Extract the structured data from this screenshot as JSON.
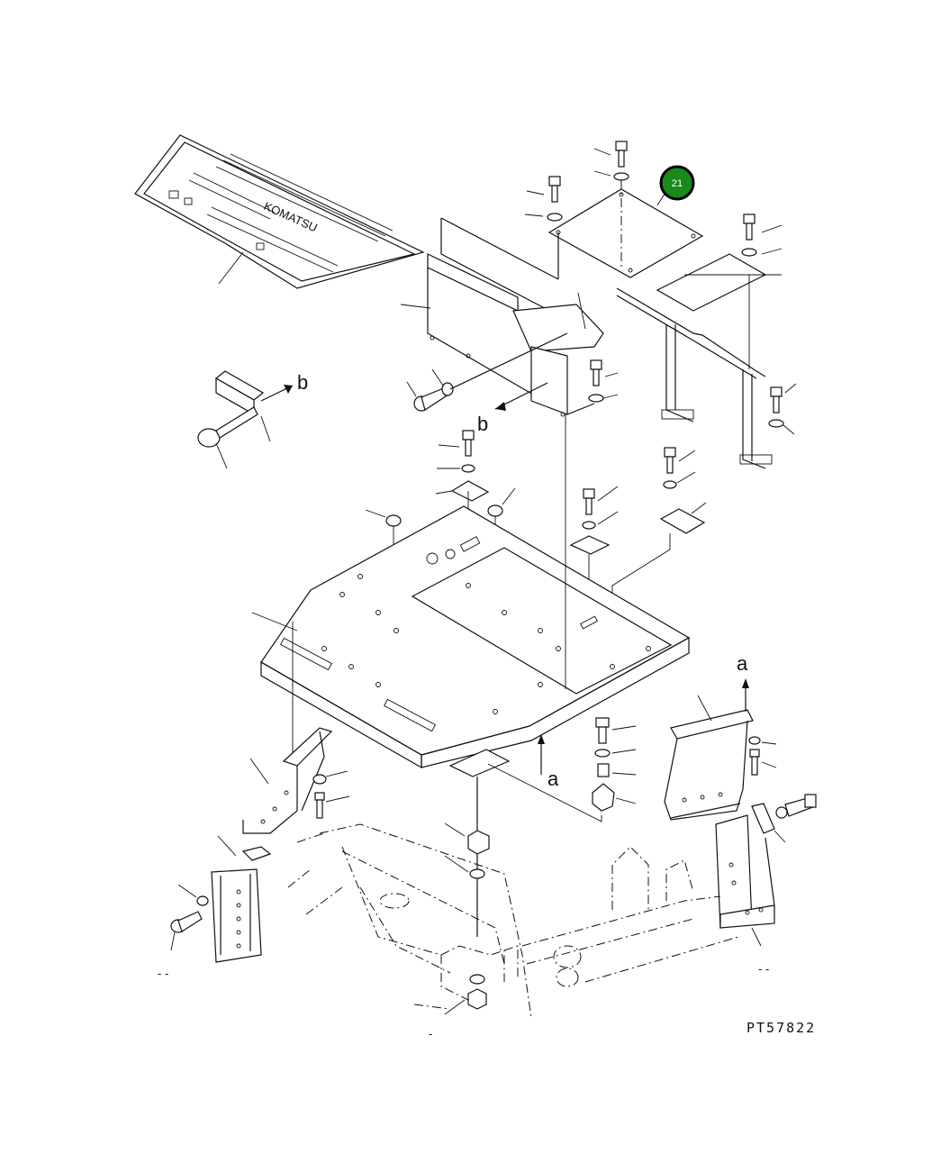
{
  "callout": {
    "number": "21",
    "color": "#1a8a1a",
    "ring_color": "#000000"
  },
  "view_markers": {
    "a_top": "a",
    "a_bottom": "a",
    "b_left": "b",
    "b_mid": "b"
  },
  "mat_logo_text": "KOMATSU",
  "drawing_code": "PT57822",
  "bottom_marks": {
    "left": "- -",
    "right": "- -",
    "center": "-"
  }
}
